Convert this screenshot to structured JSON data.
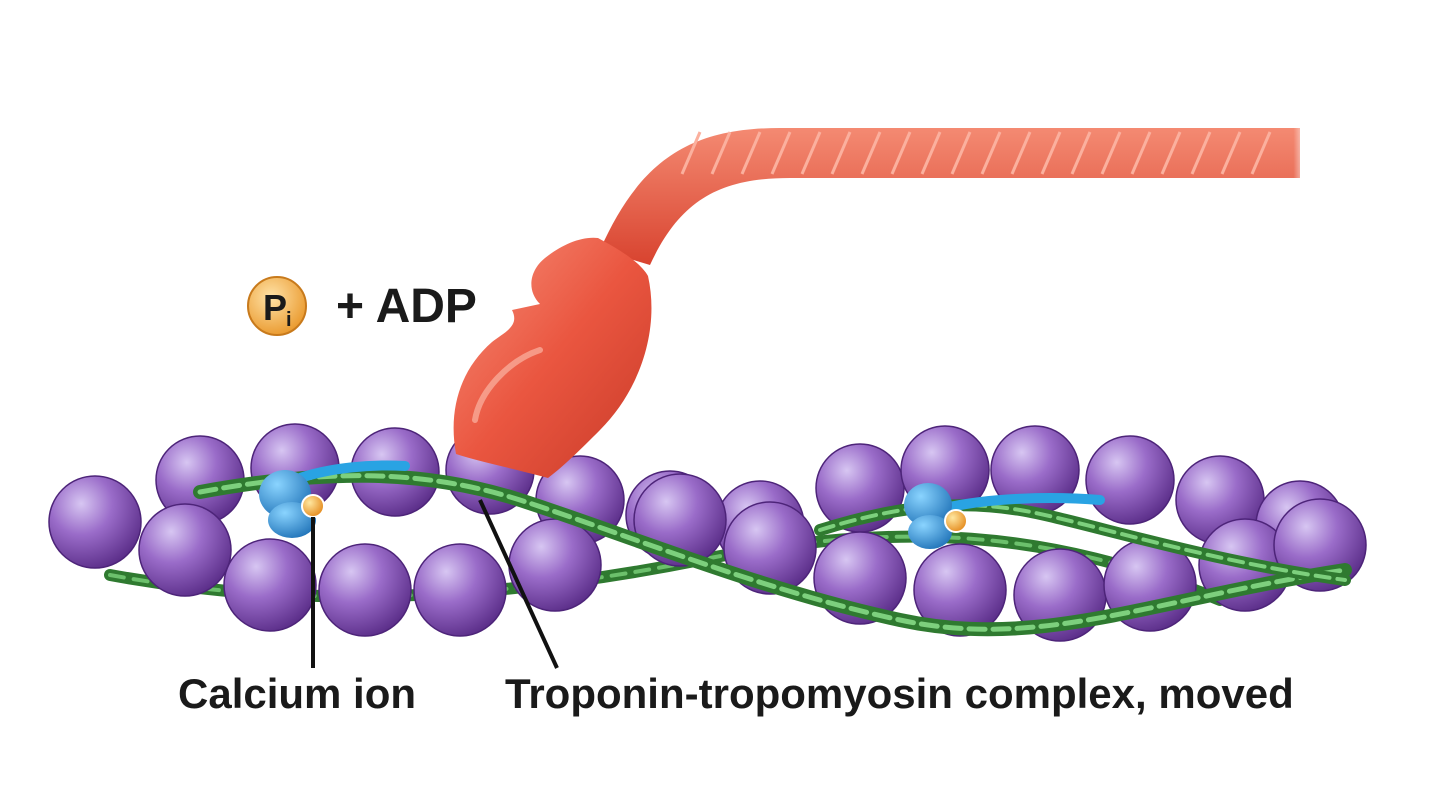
{
  "phosphate": {
    "letter": "P",
    "subscript": "i"
  },
  "released_label": "+ ADP",
  "labels": {
    "calcium_ion": "Calcium ion",
    "troponin_tropomyosin": "Troponin-tropomyosin complex, moved"
  },
  "colors": {
    "myosin": "#e9523d",
    "myosin_highlight": "#f58a72",
    "actin": "#7a4aa6",
    "actin_highlight": "#b79be0",
    "tropomyosin": "#3f9a3f",
    "troponin": "#2a8fd6",
    "calcium": "#f0a030",
    "phosphate_badge": "#f2a93b"
  }
}
